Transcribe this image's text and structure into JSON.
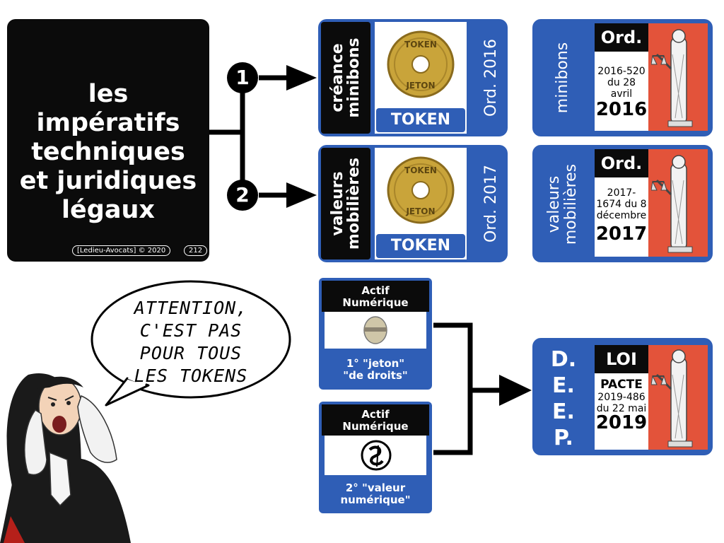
{
  "colors": {
    "blue": "#2f5eb6",
    "black": "#0b0b0b",
    "red": "#e3533a",
    "white": "#ffffff"
  },
  "main_box": {
    "title_lines": [
      "les",
      "impératifs",
      "techniques",
      "et juridiques",
      "légaux"
    ],
    "credit": "[Ledieu-Avocats] © 2020",
    "page_number": "212"
  },
  "branches": [
    {
      "number": "1",
      "side_lines": [
        "créance",
        "minibons"
      ],
      "coin_text": [
        "TOKEN",
        "JETON"
      ],
      "token_label": "TOKEN",
      "ord_label": "Ord. 2016",
      "ord_card": {
        "side_label": "minibons",
        "header": "Ord.",
        "detail_lines": [
          "2016-520",
          "du 28",
          "avril"
        ],
        "year": "2016"
      }
    },
    {
      "number": "2",
      "side_lines": [
        "valeurs",
        "mobilières"
      ],
      "coin_text": [
        "TOKEN",
        "JETON"
      ],
      "token_label": "TOKEN",
      "ord_label": "Ord. 2017",
      "ord_card": {
        "side_label_lines": [
          "valeurs",
          "mobilières"
        ],
        "header": "Ord.",
        "detail_lines": [
          "2017-",
          "1674 du 8",
          "décembre"
        ],
        "year": "2017"
      }
    }
  ],
  "speech_bubble": {
    "lines": [
      "ATTENTION,",
      "C'EST PAS",
      "POUR TOUS",
      "LES TOKENS"
    ]
  },
  "actifs": [
    {
      "header_lines": [
        "Actif",
        "Numérique"
      ],
      "footer_lines": [
        "1° \"jeton\"",
        "\"de droits\""
      ],
      "icon": "token-coin-icon"
    },
    {
      "header_lines": [
        "Actif",
        "Numérique"
      ],
      "footer_lines": [
        "2° \"valeur",
        "numérique\""
      ],
      "icon": "security-token-icon"
    }
  ],
  "loi_card": {
    "side_letters": [
      "D.",
      "E.",
      "E.",
      "P."
    ],
    "header": "LOI",
    "title": "PACTE",
    "detail_lines": [
      "2019-486",
      "du 22 mai"
    ],
    "year": "2019"
  }
}
